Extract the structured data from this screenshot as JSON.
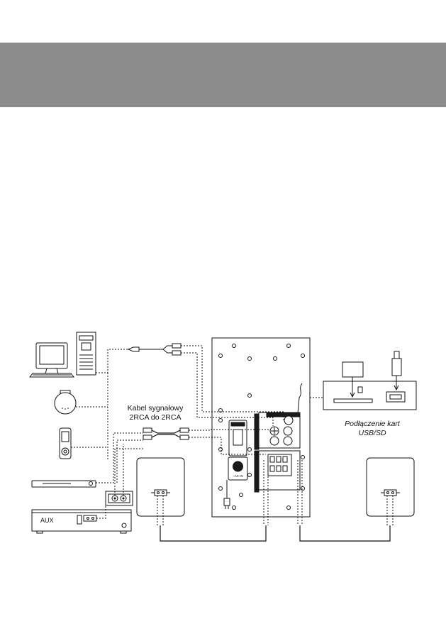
{
  "labels": {
    "cable_line1": "Kabel sygnałowy",
    "cable_line2": "2RCA do 2RCA",
    "card_line1": "Podłączenie kart",
    "card_line2": "USB/SD",
    "aux": "AUX",
    "ac_in": "~AC IN"
  },
  "colors": {
    "header_band": "#8c8c8c",
    "line": "#111111",
    "panel_dark": "#1a1a1a"
  },
  "devices": {
    "sources": [
      "computer-icon",
      "tower-pc-icon",
      "cd-player-icon",
      "mp3-player-icon",
      "dvd-player-icon",
      "aux-amplifier-icon"
    ],
    "outputs": [
      "left-speaker-icon",
      "right-speaker-icon"
    ],
    "media": [
      "sd-card-icon",
      "usb-stick-icon"
    ]
  }
}
